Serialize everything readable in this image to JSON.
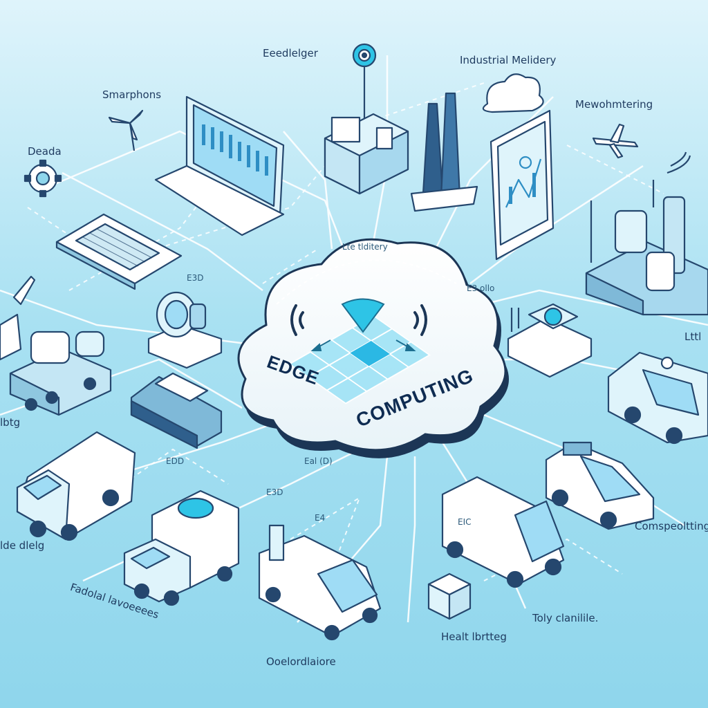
{
  "hub": {
    "line1": "EDGE",
    "line2": "COMPUTING",
    "arc_label": "Lte tlditery"
  },
  "labels": {
    "eeedlelger": "Eeedlelger",
    "industrial": "Industrial Melidery",
    "smarphons": "Smarphons",
    "mewohmtering": "Mewohmtering",
    "deada": "Deada",
    "lbtg": "lbtg",
    "lde_left": "lde dlelg",
    "fadolal": "Fadolal lavoeeees",
    "dorlor": "Ooelordlaiore",
    "healt": "Healt lbrtteg",
    "toly": "Toly clanilile.",
    "comp": "Comspeoltting",
    "ltt": "Lttl"
  },
  "small_labels": {
    "s1": "E3D",
    "s2": "E3 ollo",
    "s3": "EDD",
    "s4": "Eal (D)",
    "s5": "E3D",
    "s6": "EIC",
    "s7": "E4"
  },
  "colors": {
    "line": "#ffffff",
    "device_fill": "#eaf6fb",
    "device_stroke": "#25476e",
    "accent": "#2ec4e6",
    "screen": "#9fdcf5"
  },
  "devices": [
    "gear-icon",
    "wind-turbine-icon",
    "laptop",
    "monitor-display",
    "keyboard-laptop",
    "location-pin-icon",
    "server-factory",
    "chimney-tower",
    "cloud-icon",
    "tablet",
    "airplane-icon",
    "wireless-icon",
    "refinery",
    "robot-arm",
    "fan-engine",
    "tracked-robot",
    "control-unit",
    "delivery-van-left",
    "refrigerated-truck",
    "pickup-van",
    "cargo-box",
    "delivery-van-right",
    "suv-car",
    "bus-vehicle"
  ]
}
